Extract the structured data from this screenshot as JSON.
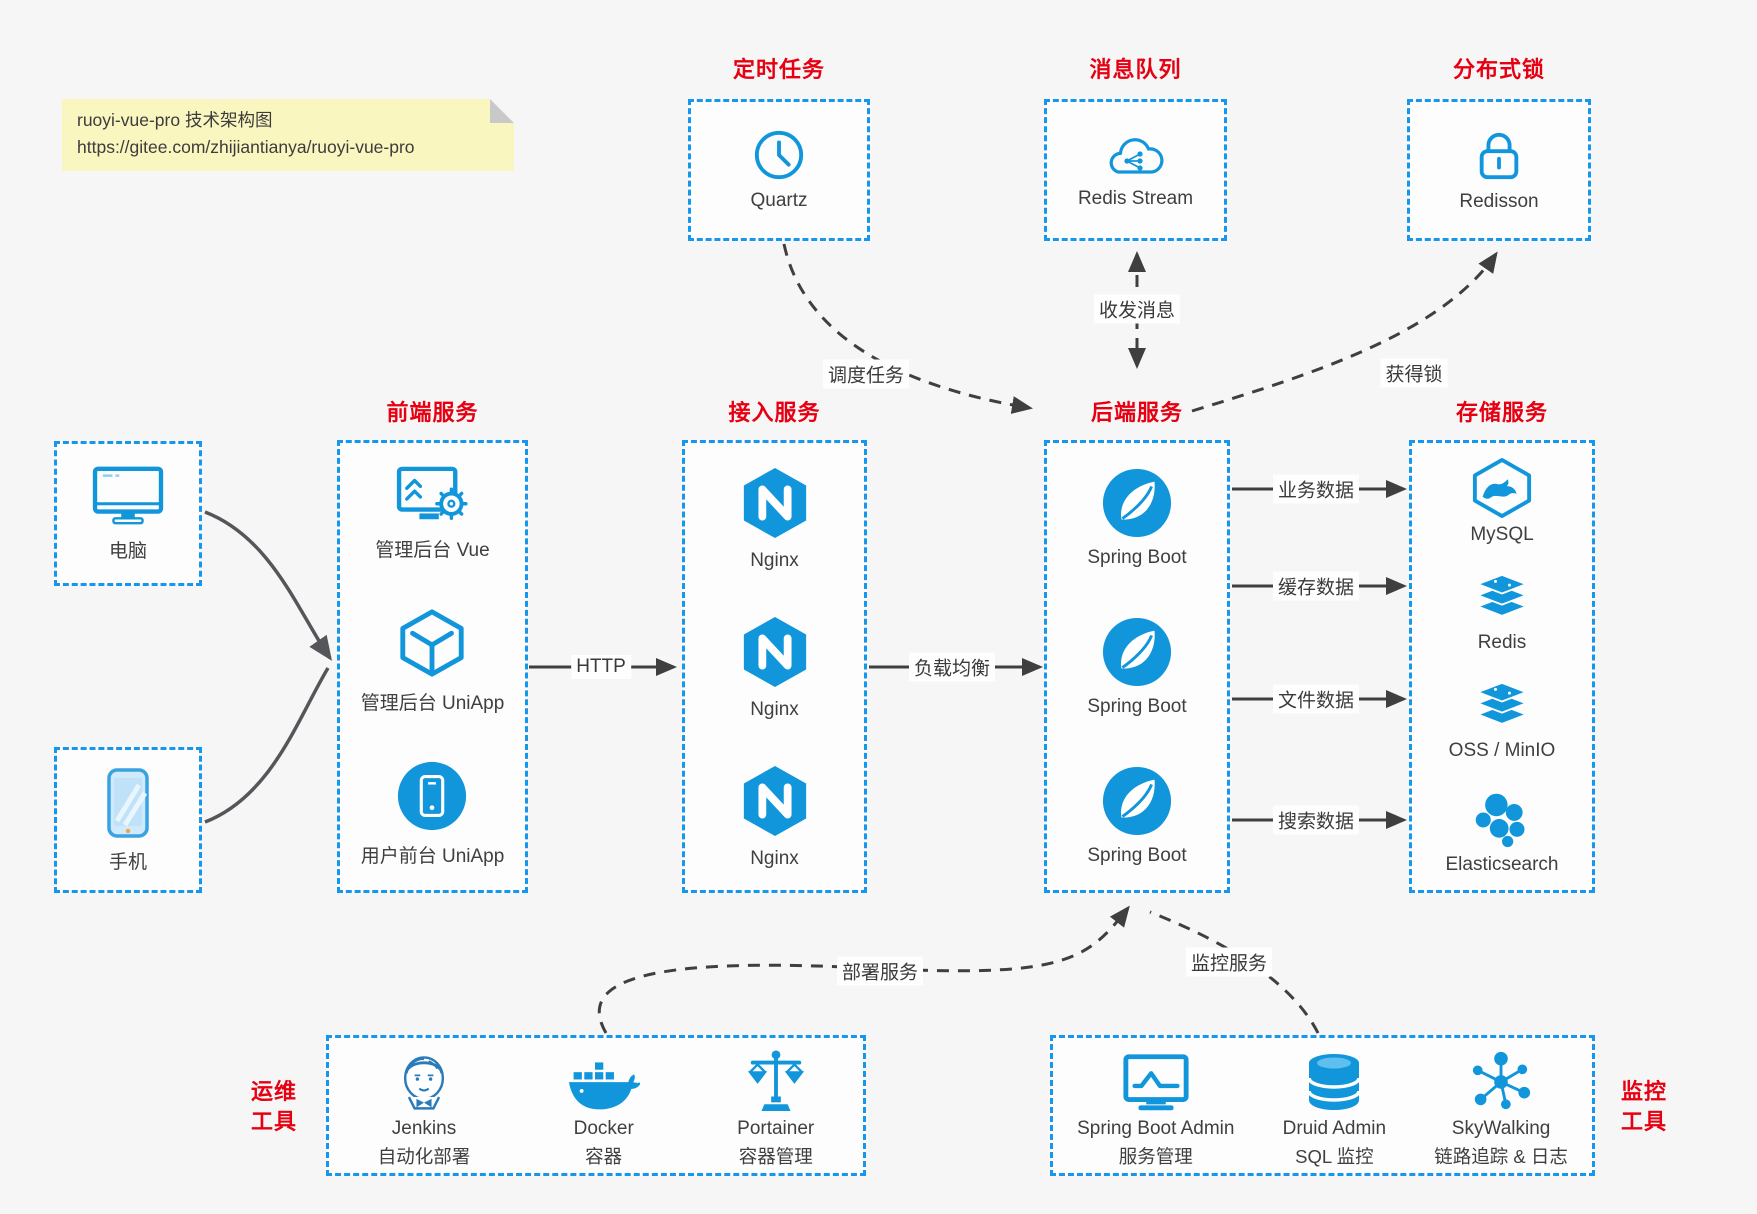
{
  "note": {
    "line1": "ruoyi-vue-pro 技术架构图",
    "line2": "https://gitee.com/zhijiantianya/ruoyi-vue-pro"
  },
  "colors": {
    "accent_blue": "#1296db",
    "border_blue": "#1797eb",
    "title_red": "#e60012",
    "arrow_dark": "#3f3f3f",
    "note_bg": "#faf6c0"
  },
  "top_groups": [
    {
      "title": "定时任务",
      "items": [
        {
          "icon": "clock-icon",
          "label": "Quartz"
        }
      ]
    },
    {
      "title": "消息队列",
      "items": [
        {
          "icon": "cloud-stream-icon",
          "label": "Redis Stream"
        }
      ]
    },
    {
      "title": "分布式锁",
      "items": [
        {
          "icon": "lock-icon",
          "label": "Redisson"
        }
      ]
    }
  ],
  "clients": [
    {
      "icon": "desktop-icon",
      "label": "电脑"
    },
    {
      "icon": "phone-icon",
      "label": "手机"
    }
  ],
  "columns": [
    {
      "title": "前端服务",
      "items": [
        {
          "icon": "admin-vue-icon",
          "label": "管理后台 Vue"
        },
        {
          "icon": "uniapp-cube-icon",
          "label": "管理后台 UniApp"
        },
        {
          "icon": "user-app-icon",
          "label": "用户前台 UniApp"
        }
      ]
    },
    {
      "title": "接入服务",
      "items": [
        {
          "icon": "nginx-icon",
          "label": "Nginx"
        },
        {
          "icon": "nginx-icon",
          "label": "Nginx"
        },
        {
          "icon": "nginx-icon",
          "label": "Nginx"
        }
      ]
    },
    {
      "title": "后端服务",
      "items": [
        {
          "icon": "spring-boot-icon",
          "label": "Spring Boot"
        },
        {
          "icon": "spring-boot-icon",
          "label": "Spring Boot"
        },
        {
          "icon": "spring-boot-icon",
          "label": "Spring Boot"
        }
      ]
    },
    {
      "title": "存储服务",
      "items": [
        {
          "icon": "mysql-icon",
          "label": "MySQL"
        },
        {
          "icon": "redis-stack-icon",
          "label": "Redis"
        },
        {
          "icon": "oss-stack-icon",
          "label": "OSS / MinIO"
        },
        {
          "icon": "elasticsearch-icon",
          "label": "Elasticsearch"
        }
      ]
    }
  ],
  "edges": {
    "http": "HTTP",
    "load_balance": "负载均衡",
    "schedule": "调度任务",
    "messages": "收发消息",
    "acquire_lock": "获得锁",
    "flows": [
      "业务数据",
      "缓存数据",
      "文件数据",
      "搜索数据"
    ],
    "deploy": "部署服务",
    "monitor": "监控服务"
  },
  "bottom_groups": [
    {
      "title_line1": "运维",
      "title_line2": "工具",
      "items": [
        {
          "icon": "jenkins-icon",
          "label": "Jenkins",
          "sublabel": "自动化部署"
        },
        {
          "icon": "docker-icon",
          "label": "Docker",
          "sublabel": "容器"
        },
        {
          "icon": "portainer-icon",
          "label": "Portainer",
          "sublabel": "容器管理"
        }
      ]
    },
    {
      "title_line1": "监控",
      "title_line2": "工具",
      "items": [
        {
          "icon": "sba-icon",
          "label": "Spring Boot Admin",
          "sublabel": "服务管理"
        },
        {
          "icon": "druid-icon",
          "label": "Druid Admin",
          "sublabel": "SQL 监控"
        },
        {
          "icon": "skywalking-icon",
          "label": "SkyWalking",
          "sublabel": "链路追踪 & 日志"
        }
      ]
    }
  ]
}
